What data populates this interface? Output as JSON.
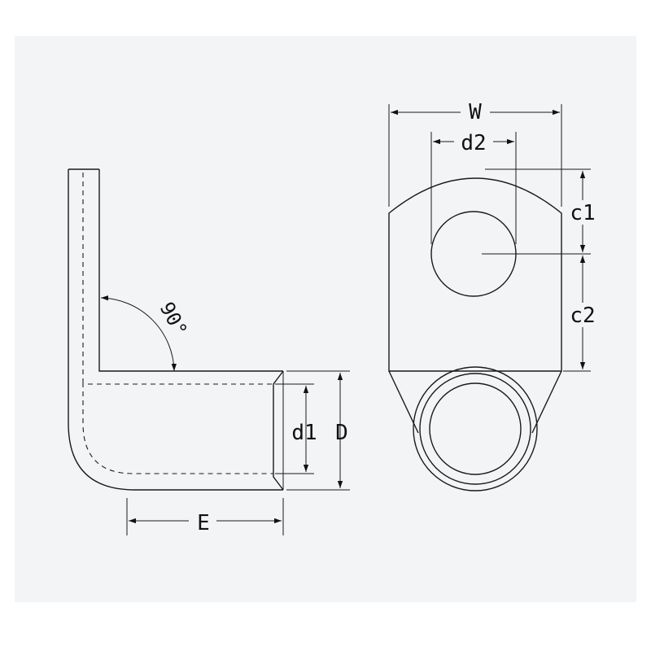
{
  "labels": {
    "angle": "90°",
    "d1": "d1",
    "D": "D",
    "E": "E",
    "W": "W",
    "d2": "d2",
    "c1": "c1",
    "c2": "c2"
  }
}
